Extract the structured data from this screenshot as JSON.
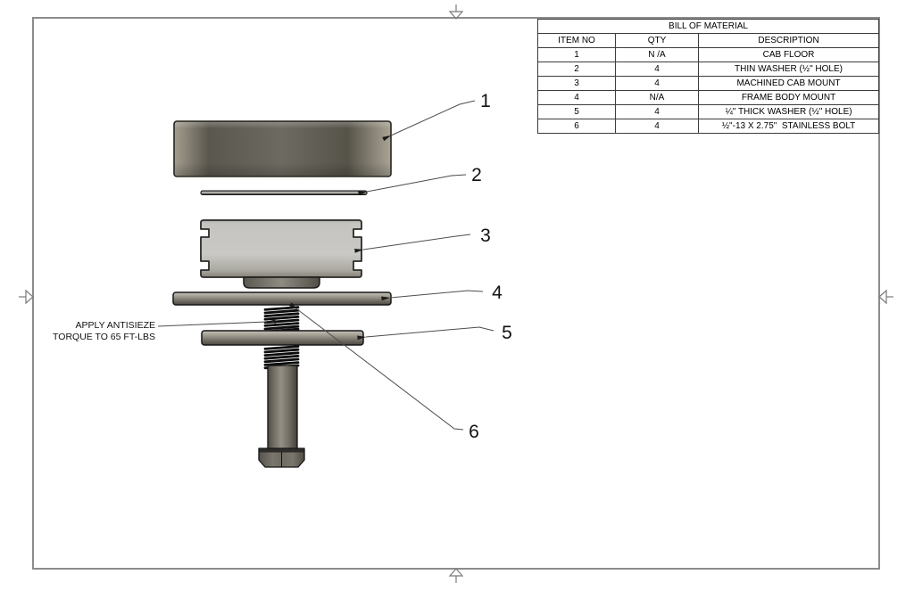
{
  "bom": {
    "title": "BILL OF MATERIAL",
    "headers": {
      "item": "ITEM NO",
      "qty": "QTY",
      "desc": "DESCRIPTION"
    },
    "rows": [
      {
        "item": "1",
        "qty": "N /A",
        "desc": "CAB FLOOR"
      },
      {
        "item": "2",
        "qty": "4",
        "desc": "THIN WASHER (½\" HOLE)"
      },
      {
        "item": "3",
        "qty": "4",
        "desc": "MACHINED CAB MOUNT"
      },
      {
        "item": "4",
        "qty": "N/A",
        "desc": "FRAME BODY MOUNT"
      },
      {
        "item": "5",
        "qty": "4",
        "desc": "¼\" THICK WASHER (½\" HOLE)"
      },
      {
        "item": "6",
        "qty": "4",
        "desc": "½\"-13 X 2.75\"  STAINLESS BOLT"
      }
    ]
  },
  "drawing": {
    "balloons": [
      "1",
      "2",
      "3",
      "4",
      "5",
      "6"
    ],
    "note": {
      "line1": "APPLY ANTISIEZE",
      "line2": "TORQUE TO 65 FT-LBS"
    }
  },
  "colors": {
    "sheet_border": "#8c8c8c",
    "outline": "#1a1a1a",
    "metal_light": "#a8a293",
    "metal_dark": "#514e47",
    "mount_fill": "#c9c8c4"
  }
}
